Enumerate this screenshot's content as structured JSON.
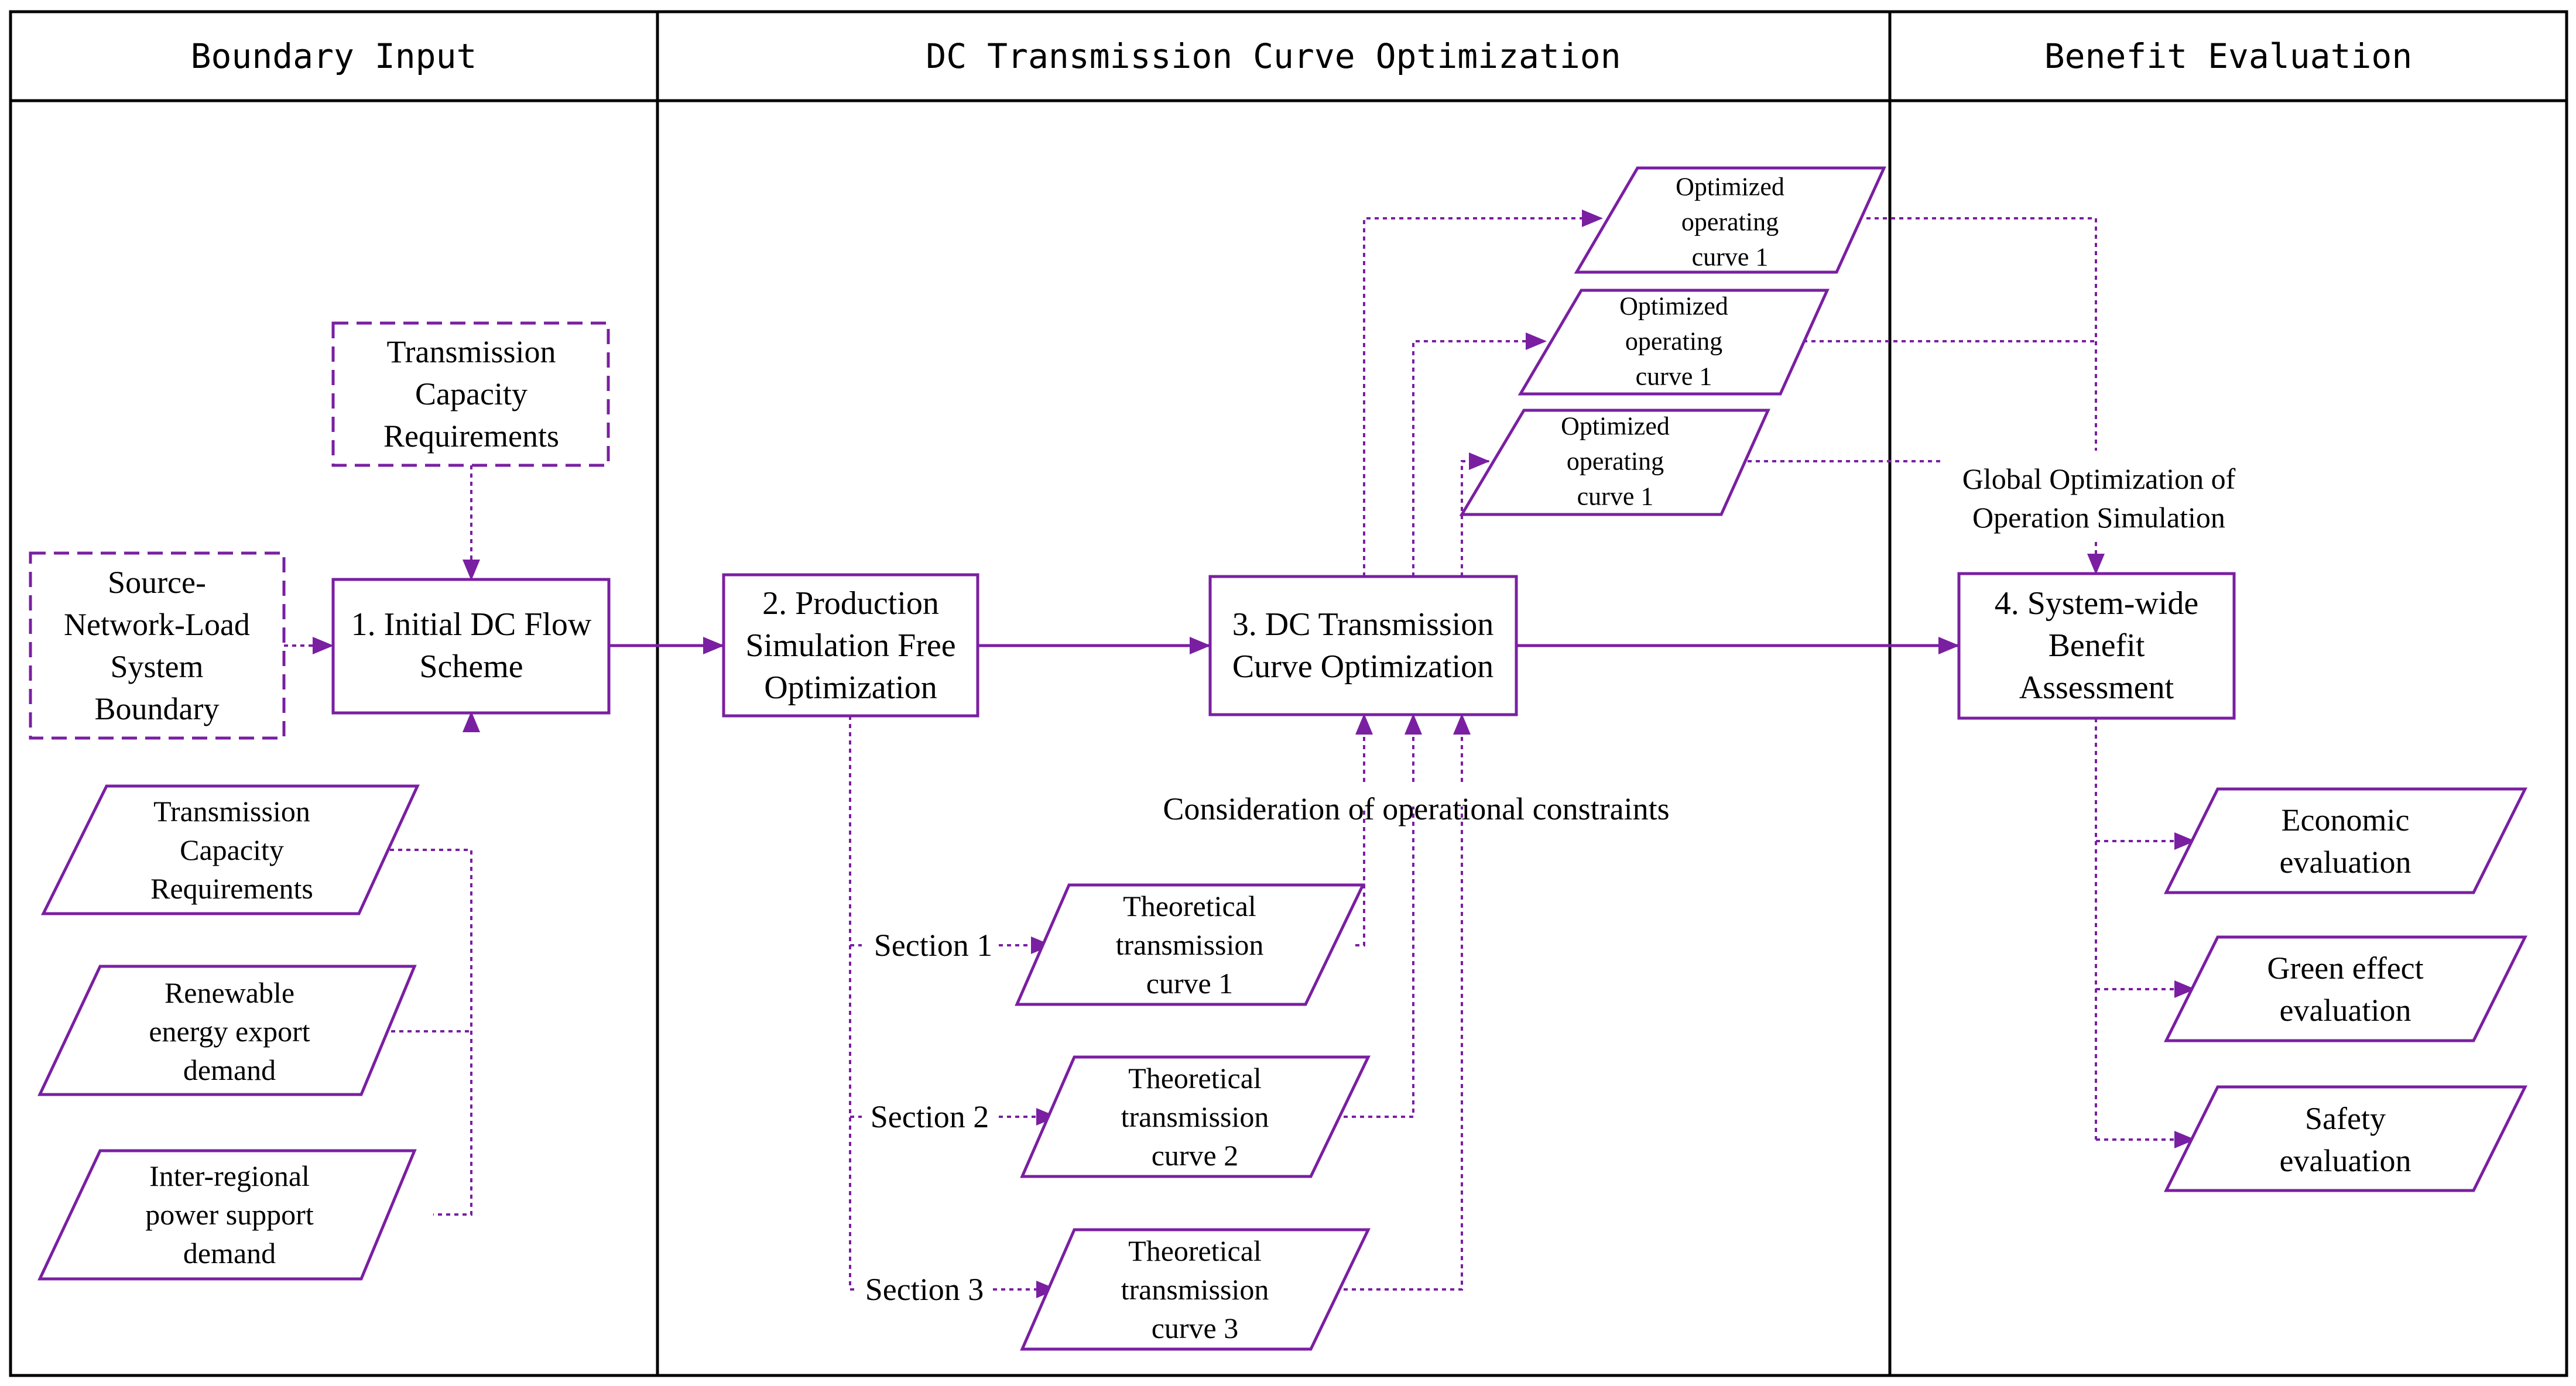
{
  "colors": {
    "accent": "#7a1fa2",
    "frame": "#000000",
    "text": "#000000"
  },
  "columns": {
    "boundary_input": "Boundary Input",
    "dc_curve_optimization": "DC Transmission Curve Optimization",
    "benefit_evaluation": "Benefit Evaluation"
  },
  "nodes": {
    "source_network_load": [
      "Source-",
      "Network-Load",
      "System",
      "Boundary"
    ],
    "transmission_capacity_top": [
      "Transmission",
      "Capacity",
      "Requirements"
    ],
    "initial_dc_flow": [
      "1. Initial DC Flow",
      "Scheme"
    ],
    "input_transmission_capacity": [
      "Transmission",
      "Capacity",
      "Requirements"
    ],
    "input_renewable_export": [
      "Renewable",
      "energy export",
      "demand"
    ],
    "input_interregional_support": [
      "Inter-regional",
      "power support",
      "demand"
    ],
    "production_simulation": [
      "2. Production",
      "Simulation Free",
      "Optimization"
    ],
    "dc_transmission_curve": [
      "3. DC Transmission",
      "Curve Optimization"
    ],
    "optimized_curve_a": [
      "Optimized",
      "operating",
      "curve 1"
    ],
    "optimized_curve_b": [
      "Optimized",
      "operating",
      "curve 1"
    ],
    "optimized_curve_c": [
      "Optimized",
      "operating",
      "curve 1"
    ],
    "theoretical_curve_1": [
      "Theoretical",
      "transmission",
      "curve 1"
    ],
    "theoretical_curve_2": [
      "Theoretical",
      "transmission",
      "curve 2"
    ],
    "theoretical_curve_3": [
      "Theoretical",
      "transmission",
      "curve 3"
    ],
    "system_wide_benefit": [
      "4. System-wide",
      "Benefit",
      "Assessment"
    ],
    "economic_evaluation": [
      "Economic",
      "evaluation"
    ],
    "green_effect_evaluation": [
      "Green effect",
      "evaluation"
    ],
    "safety_evaluation": [
      "Safety",
      "evaluation"
    ]
  },
  "annotations": {
    "section_1": "Section 1",
    "section_2": "Section 2",
    "section_3": "Section 3",
    "operational_constraints": "Consideration of operational constraints",
    "global_optimization": [
      "Global Optimization of",
      "Operation Simulation"
    ]
  }
}
